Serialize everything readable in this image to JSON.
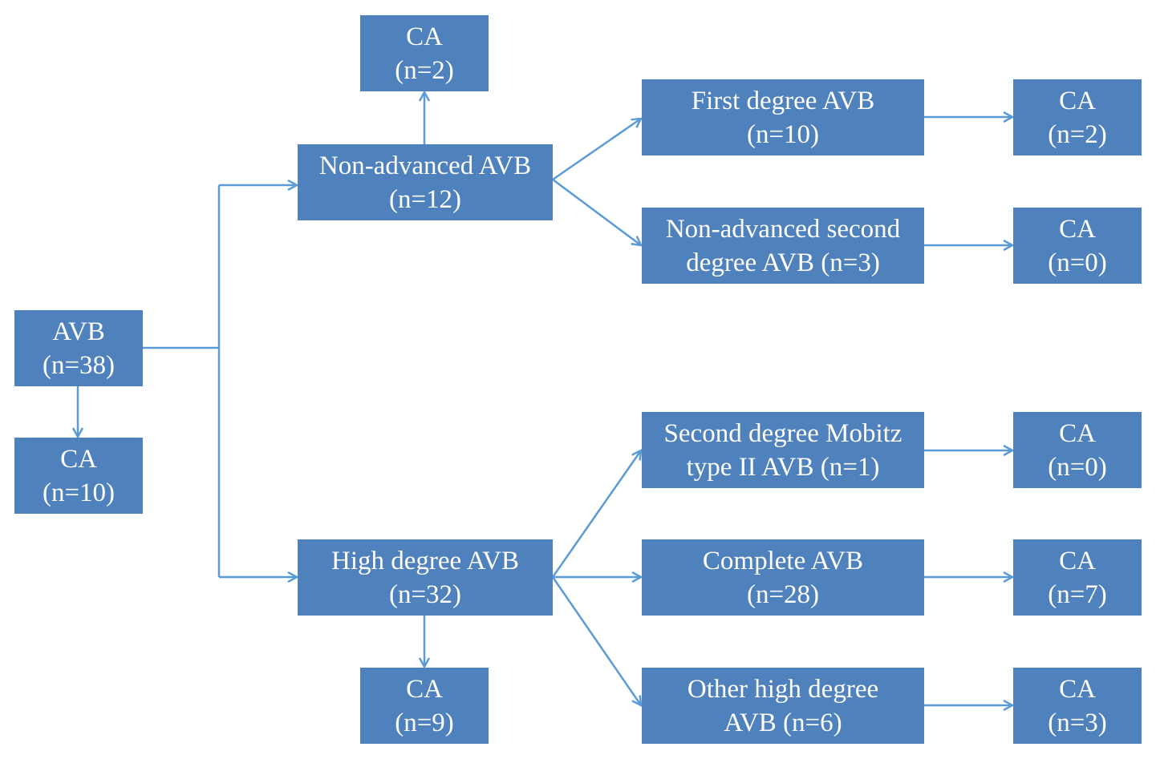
{
  "colors": {
    "box_fill": "#4f81bd",
    "box_text": "#ffffff",
    "connector": "#5b9bd5",
    "background": "#ffffff"
  },
  "nodes": {
    "avb": {
      "line1": "AVB",
      "line2": "(n=38)"
    },
    "ca_root": {
      "line1": "CA",
      "line2": "(n=10)"
    },
    "non_advanced": {
      "line1": "Non-advanced AVB",
      "line2": "(n=12)"
    },
    "ca_non_advanced": {
      "line1": "CA",
      "line2": "(n=2)"
    },
    "high_degree": {
      "line1": "High degree AVB",
      "line2": "(n=32)"
    },
    "ca_high_degree": {
      "line1": "CA",
      "line2": "(n=9)"
    },
    "first_degree": {
      "line1": "First degree AVB",
      "line2": "(n=10)"
    },
    "non_advanced_second": {
      "line1": "Non-advanced second",
      "line2": "degree AVB (n=3)"
    },
    "mobitz_ii": {
      "line1": "Second degree Mobitz",
      "line2": "type II AVB (n=1)"
    },
    "complete": {
      "line1": "Complete AVB",
      "line2": "(n=28)"
    },
    "other_high": {
      "line1": "Other high degree",
      "line2": "AVB (n=6)"
    },
    "ca_first_degree": {
      "line1": "CA",
      "line2": "(n=2)"
    },
    "ca_non_advanced_second": {
      "line1": "CA",
      "line2": "(n=0)"
    },
    "ca_mobitz_ii": {
      "line1": "CA",
      "line2": "(n=0)"
    },
    "ca_complete": {
      "line1": "CA",
      "line2": "(n=7)"
    },
    "ca_other_high": {
      "line1": "CA",
      "line2": "(n=3)"
    }
  }
}
